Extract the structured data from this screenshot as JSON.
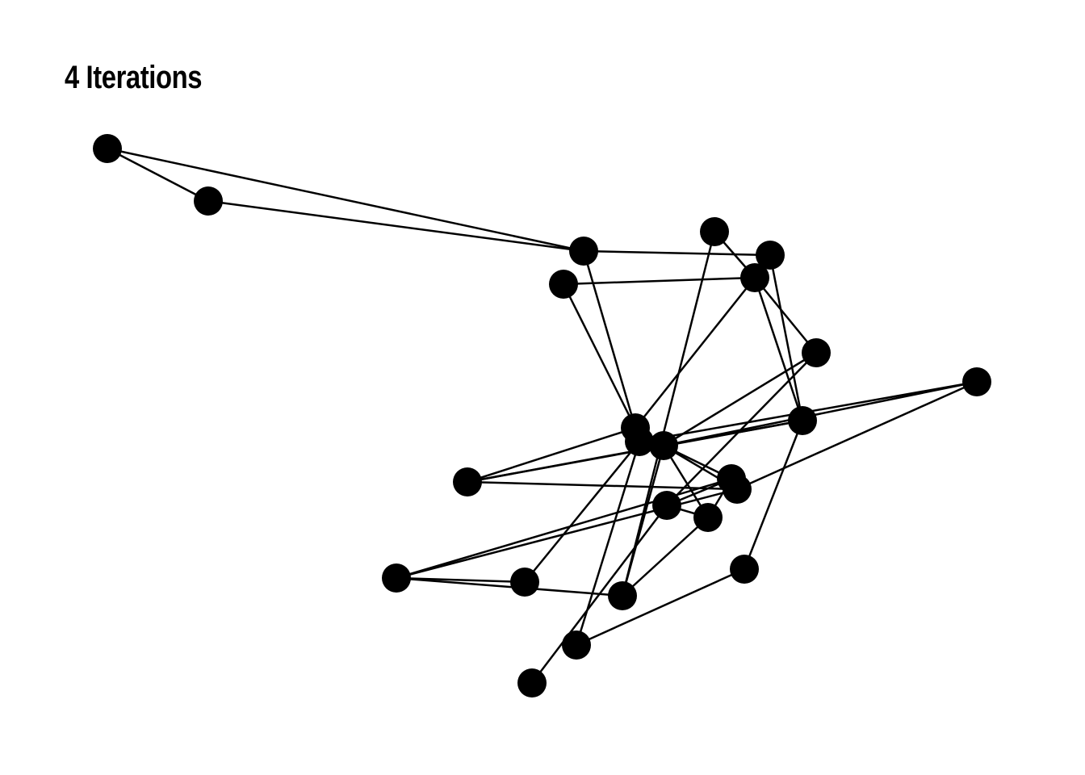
{
  "title": "4 Iterations",
  "colors": {
    "node": "#000000",
    "edge": "#000000",
    "background": "#ffffff"
  },
  "graph": {
    "node_count": 24,
    "edges": [
      [
        1,
        2
      ],
      [
        1,
        3
      ],
      [
        2,
        3
      ],
      [
        3,
        5
      ],
      [
        3,
        11
      ],
      [
        7,
        6
      ],
      [
        7,
        11
      ],
      [
        4,
        6
      ],
      [
        6,
        8
      ],
      [
        4,
        22
      ],
      [
        6,
        11
      ],
      [
        6,
        10
      ],
      [
        5,
        10
      ],
      [
        8,
        13
      ],
      [
        8,
        17
      ],
      [
        9,
        12
      ],
      [
        9,
        13
      ],
      [
        9,
        16
      ],
      [
        19,
        16
      ],
      [
        10,
        14
      ],
      [
        10,
        21
      ],
      [
        10,
        13
      ],
      [
        19,
        20
      ],
      [
        19,
        22
      ],
      [
        19,
        15
      ],
      [
        20,
        12
      ],
      [
        23,
        12
      ],
      [
        24,
        17
      ],
      [
        22,
        13
      ],
      [
        22,
        18
      ],
      [
        23,
        21
      ],
      [
        14,
        11
      ],
      [
        14,
        13
      ],
      [
        14,
        16
      ],
      [
        17,
        15
      ],
      [
        17,
        18
      ],
      [
        18,
        13
      ],
      [
        18,
        15
      ],
      [
        13,
        15
      ],
      [
        13,
        16
      ]
    ]
  }
}
